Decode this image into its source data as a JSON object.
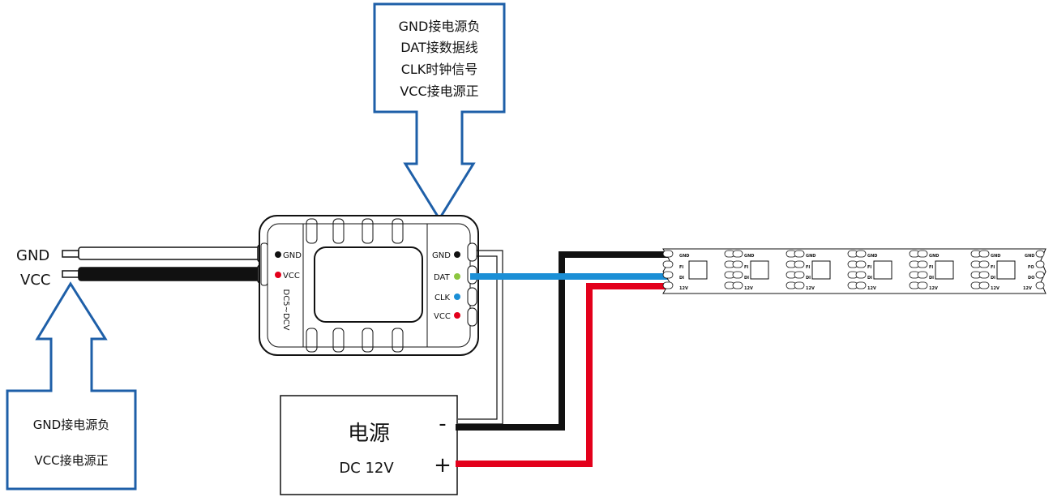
{
  "top_callout": {
    "lines": [
      "GND接电源负",
      "DAT接数据线",
      "CLK时钟信号",
      "VCC接电源正"
    ]
  },
  "left_callout": {
    "lines": [
      "GND接电源负",
      "VCC接电源正"
    ]
  },
  "input_wires": {
    "gnd_label": "GND",
    "vcc_label": "VCC"
  },
  "controller": {
    "left_pins": [
      "GND",
      "VCC"
    ],
    "right_pins": [
      "GND",
      "DAT",
      "CLK",
      "VCC"
    ],
    "voltage_label": "DC5~DCV"
  },
  "power_supply": {
    "title": "电源",
    "voltage": "DC 12V",
    "minus": "-",
    "plus": "+"
  },
  "led_strip": {
    "pin_labels": [
      "GND",
      "FI",
      "DI",
      "12V"
    ],
    "end_pin_labels": [
      "GND",
      "FO",
      "DO",
      "12V"
    ],
    "segment_count": 6
  },
  "colors": {
    "callout_border": "#1e5fa8",
    "data_wire": "#1b8fd6",
    "power_wire": "#e3001b",
    "ground_wire": "#111111",
    "dat_dot": "#8cc63f",
    "clk_dot": "#1b8fd6",
    "vcc_dot": "#e3001b",
    "gnd_dot": "#111111"
  }
}
